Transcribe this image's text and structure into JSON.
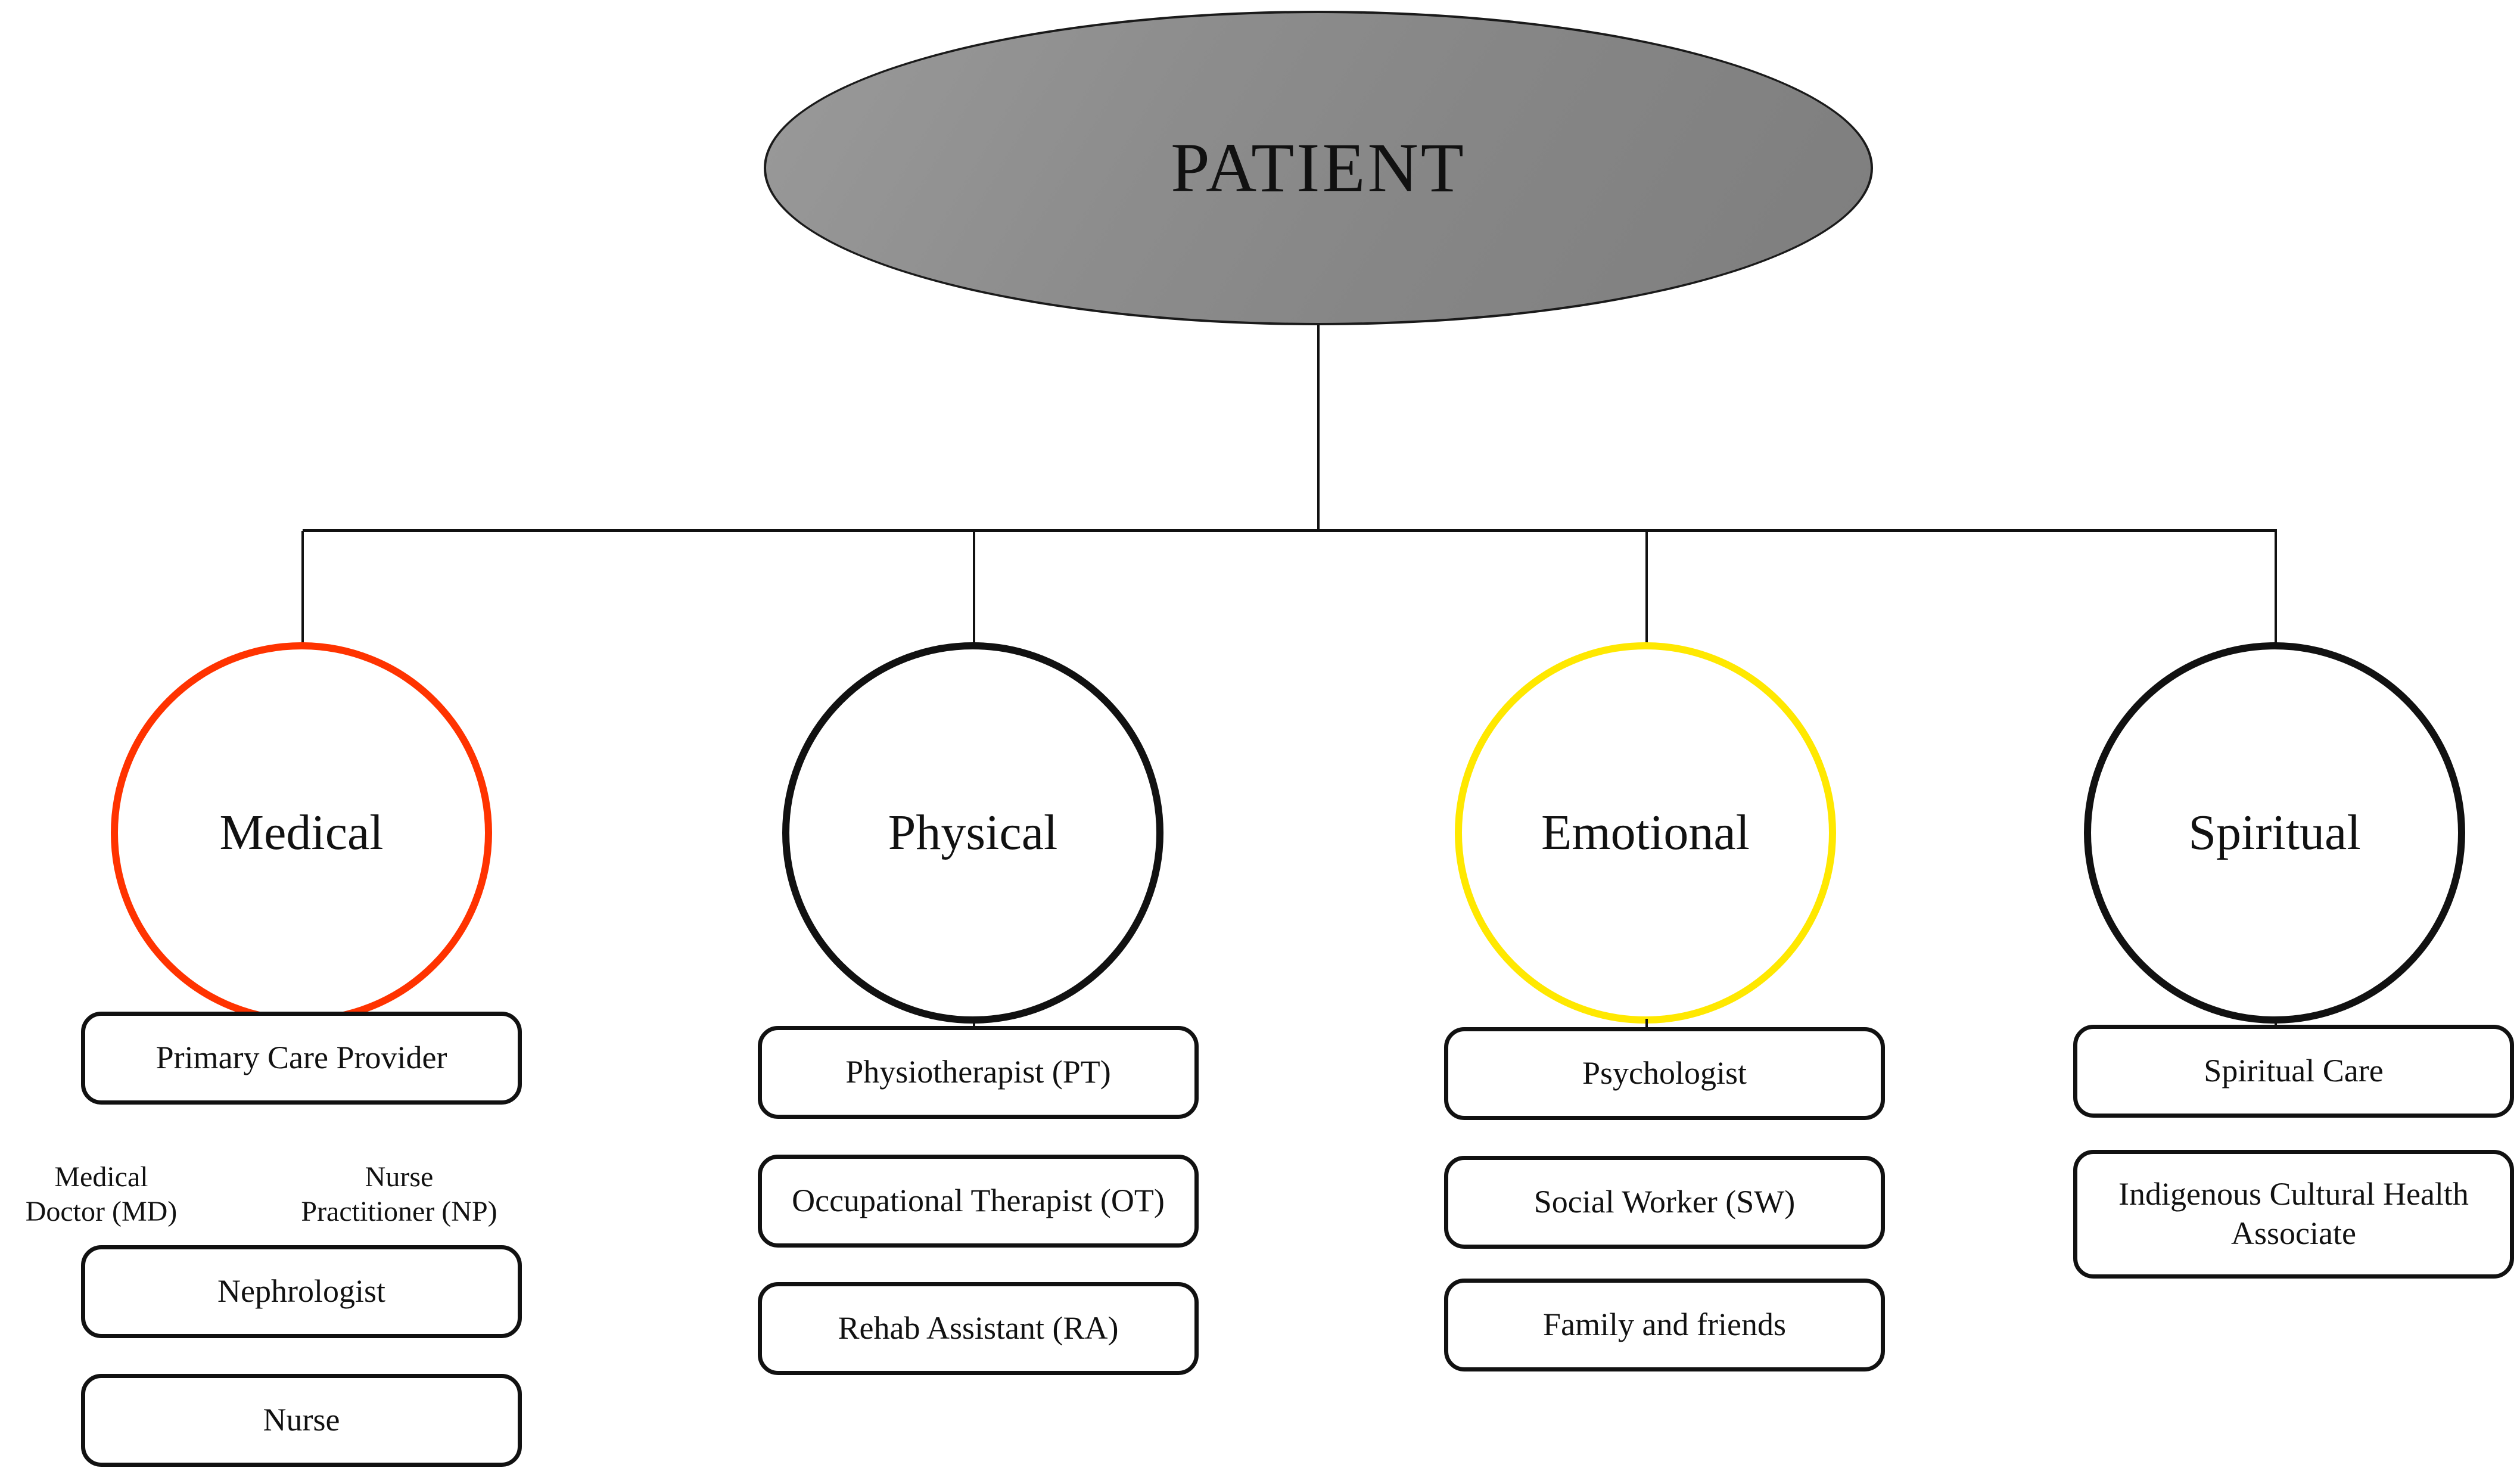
{
  "diagram": {
    "type": "hierarchy-tree",
    "root": {
      "label": "PATIENT",
      "shape": "ellipse",
      "fill": "#8d8d8d",
      "stroke": "#1a1a1a"
    },
    "branches": [
      {
        "id": "medical",
        "label": "Medical",
        "circle_color": "#FF3300",
        "nodes": [
          {
            "label": "Primary Care Provider",
            "boxed": true
          },
          {
            "label": "Nephrologist",
            "boxed": true
          },
          {
            "label": "Nurse",
            "boxed": true
          }
        ],
        "captions": [
          {
            "label": "Medical\nDoctor (MD)"
          },
          {
            "label": "Nurse\nPractitioner (NP)"
          }
        ]
      },
      {
        "id": "physical",
        "label": "Physical",
        "circle_color": "#111111",
        "nodes": [
          {
            "label": "Physiotherapist (PT)",
            "boxed": true
          },
          {
            "label": "Occupational Therapist (OT)",
            "boxed": true
          },
          {
            "label": "Rehab Assistant (RA)",
            "boxed": true
          }
        ],
        "captions": []
      },
      {
        "id": "emotional",
        "label": "Emotional",
        "circle_color": "#FFE800",
        "nodes": [
          {
            "label": "Psychologist",
            "boxed": true
          },
          {
            "label": "Social Worker (SW)",
            "boxed": true
          },
          {
            "label": "Family and friends",
            "boxed": true
          }
        ],
        "captions": []
      },
      {
        "id": "spiritual",
        "label": "Spiritual",
        "circle_color": "#111111",
        "nodes": [
          {
            "label": "Spiritual Care",
            "boxed": true
          },
          {
            "label": "Indigenous Cultural Health Associate",
            "boxed": true
          }
        ],
        "captions": []
      }
    ]
  }
}
